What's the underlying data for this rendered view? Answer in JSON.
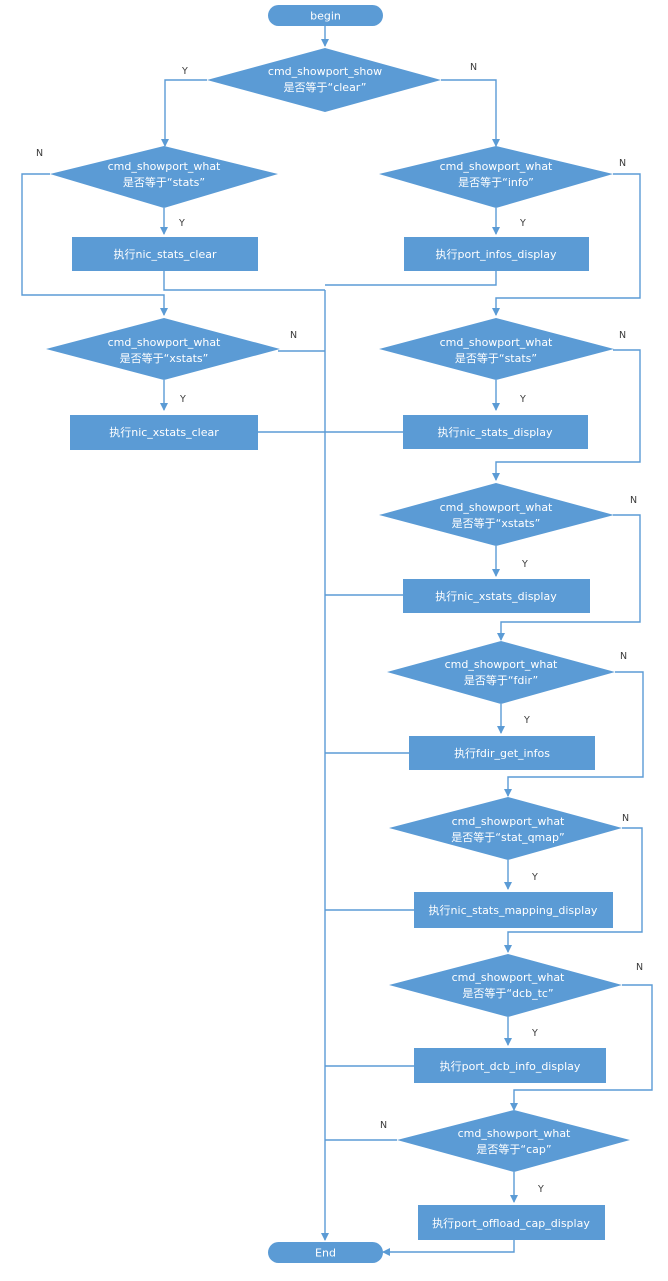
{
  "accent_color": "#5b9bd5",
  "edge_color": "#5b9bd5",
  "terminals": {
    "begin": "begin",
    "end": "End"
  },
  "labels": {
    "yes": "Y",
    "no": "N"
  },
  "decisions": {
    "show": [
      "cmd_showport_show",
      "是否等于“clear”"
    ],
    "l_stats": [
      "cmd_showport_what",
      "是否等于“stats”"
    ],
    "l_xstats": [
      "cmd_showport_what",
      "是否等于“xstats”"
    ],
    "r_info": [
      "cmd_showport_what",
      "是否等于“info”"
    ],
    "r_stats": [
      "cmd_showport_what",
      "是否等于“stats”"
    ],
    "r_xstats": [
      "cmd_showport_what",
      "是否等于“xstats”"
    ],
    "r_fdir": [
      "cmd_showport_what",
      "是否等于“fdir”"
    ],
    "r_qmap": [
      "cmd_showport_what",
      "是否等于“stat_qmap”"
    ],
    "r_dcb": [
      "cmd_showport_what",
      "是否等于“dcb_tc”"
    ],
    "r_cap": [
      "cmd_showport_what",
      "是否等于“cap”"
    ]
  },
  "actions": {
    "l_stats": "执行nic_stats_clear",
    "l_xstats": "执行nic_xstats_clear",
    "r_info": "执行port_infos_display",
    "r_stats": "执行nic_stats_display",
    "r_xstats": "执行nic_xstats_display",
    "r_fdir": "执行fdir_get_infos",
    "r_qmap": "执行nic_stats_mapping_display",
    "r_dcb": "执行port_dcb_info_display",
    "r_cap": "执行port_offload_cap_display"
  }
}
